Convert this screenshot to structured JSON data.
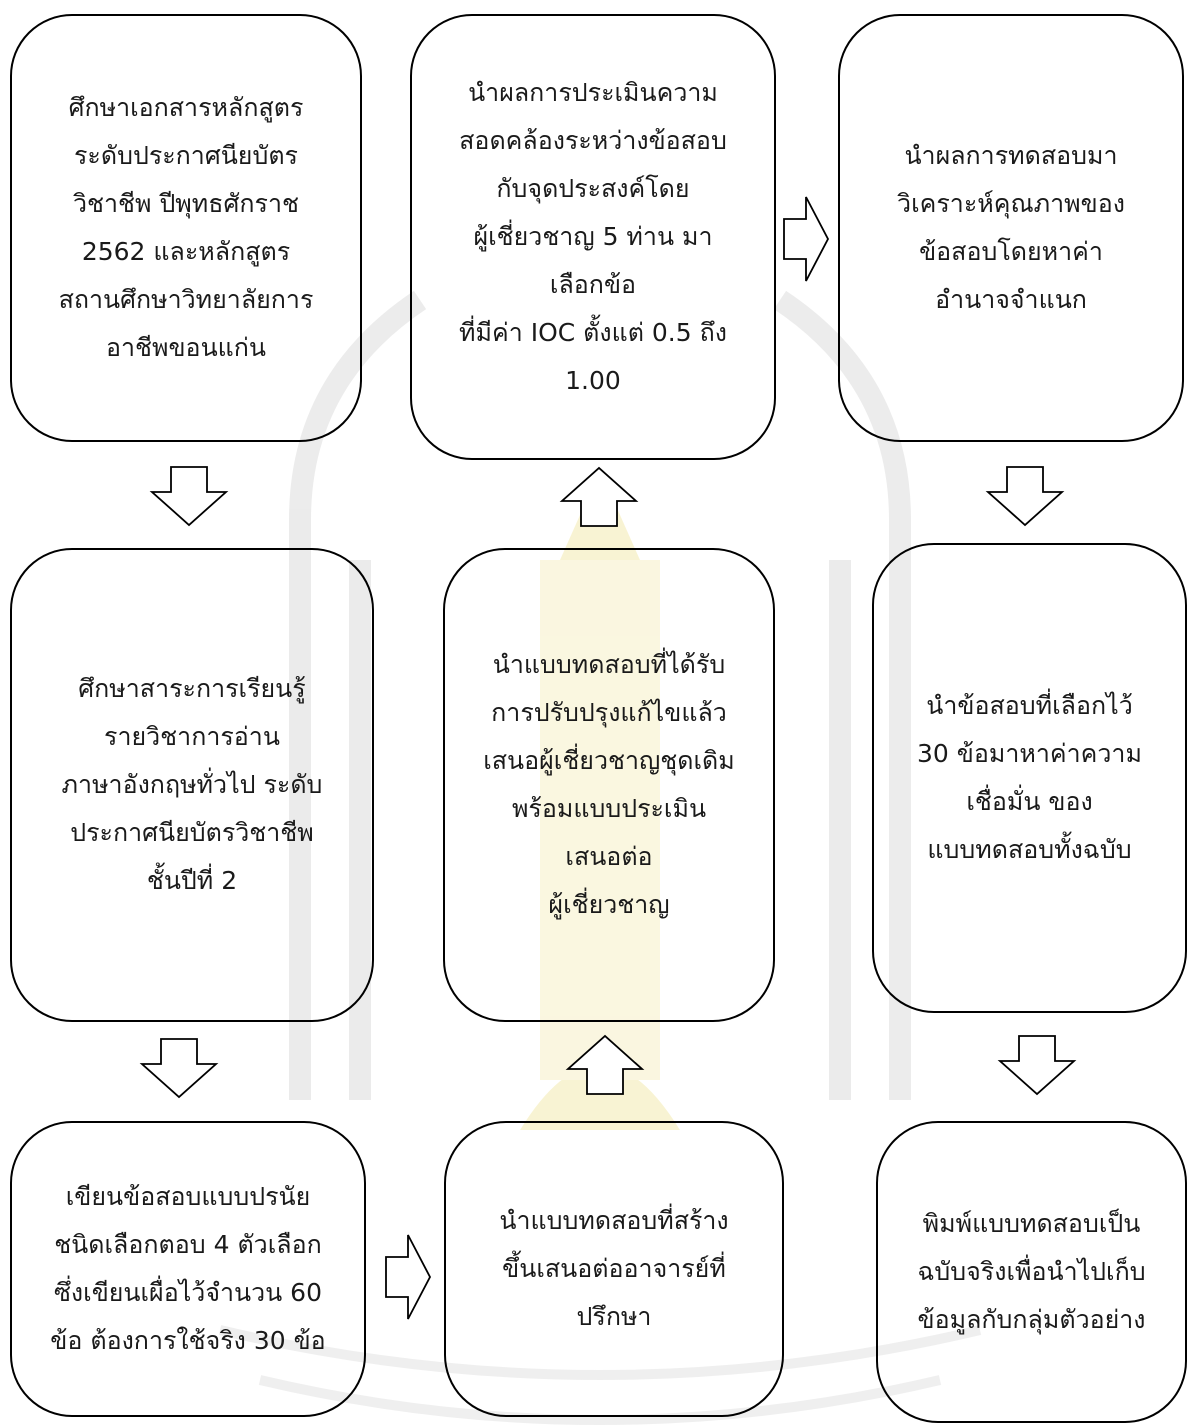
{
  "diagram": {
    "boxes": {
      "study_curriculum": "ศึกษาเอกสารหลักสูตร\nระดับประกาศนียบัตร\nวิชาชีพ ปีพุทธศักราช\n2562 และหลักสูตร\nสถานศึกษาวิทยาลัยการ\nอาชีพขอนแก่น",
      "study_content": "ศึกษาสาระการเรียนรู้\nรายวิชาการอ่าน\nภาษาอังกฤษทั่วไป ระดับ\nประกาศนียบัตรวิชาชีพ\nชั้นปีที่ 2",
      "write_items": "เขียนข้อสอบแบบปรนัย\nชนิดเลือกตอบ 4 ตัวเลือก\nซึ่งเขียนเผื่อไว้จำนวน 60\nข้อ ต้องการใช้จริง 30 ข้อ",
      "present_advisor": "นำแบบทดสอบที่สร้าง\nขึ้นเสนอต่ออาจารย์ที่\nปรึกษา",
      "present_experts": "นำแบบทดสอบที่ได้รับ\nการปรับปรุงแก้ไขแล้ว\nเสนอผู้เชี่ยวชาญชุดเดิม\nพร้อมแบบประเมิน\nเสนอต่อ\nผู้เชี่ยวชาญ",
      "ioc_selection": "นำผลการประเมินความ\nสอดคล้องระหว่างข้อสอบ\nกับจุดประสงค์โดย\nผู้เชี่ยวชาญ 5 ท่าน มา\nเลือกข้อ\nที่มีค่า IOC ตั้งแต่ 0.5 ถึง\n1.00",
      "item_analysis": "นำผลการทดสอบมา\nวิเคราะห์คุณภาพของ\nข้อสอบโดยหาค่า\nอำนาจจำแนก",
      "reliability": "นำข้อสอบที่เลือกไว้\n30 ข้อมาหาค่าความ\nเชื่อมั่น ของ\nแบบทดสอบทั้งฉบับ",
      "print_final": "พิมพ์แบบทดสอบเป็น\nฉบับจริงเพื่อนำไปเก็บ\nข้อมูลกับกลุ่มตัวอย่าง"
    },
    "arrows": [
      "down",
      "down",
      "right",
      "up",
      "up",
      "right",
      "down",
      "down"
    ],
    "colors": {
      "line": "#000000",
      "text": "#1a1a1a",
      "watermark_gold": "#f2e7a6",
      "watermark_gray": "#d9d9d9"
    }
  }
}
